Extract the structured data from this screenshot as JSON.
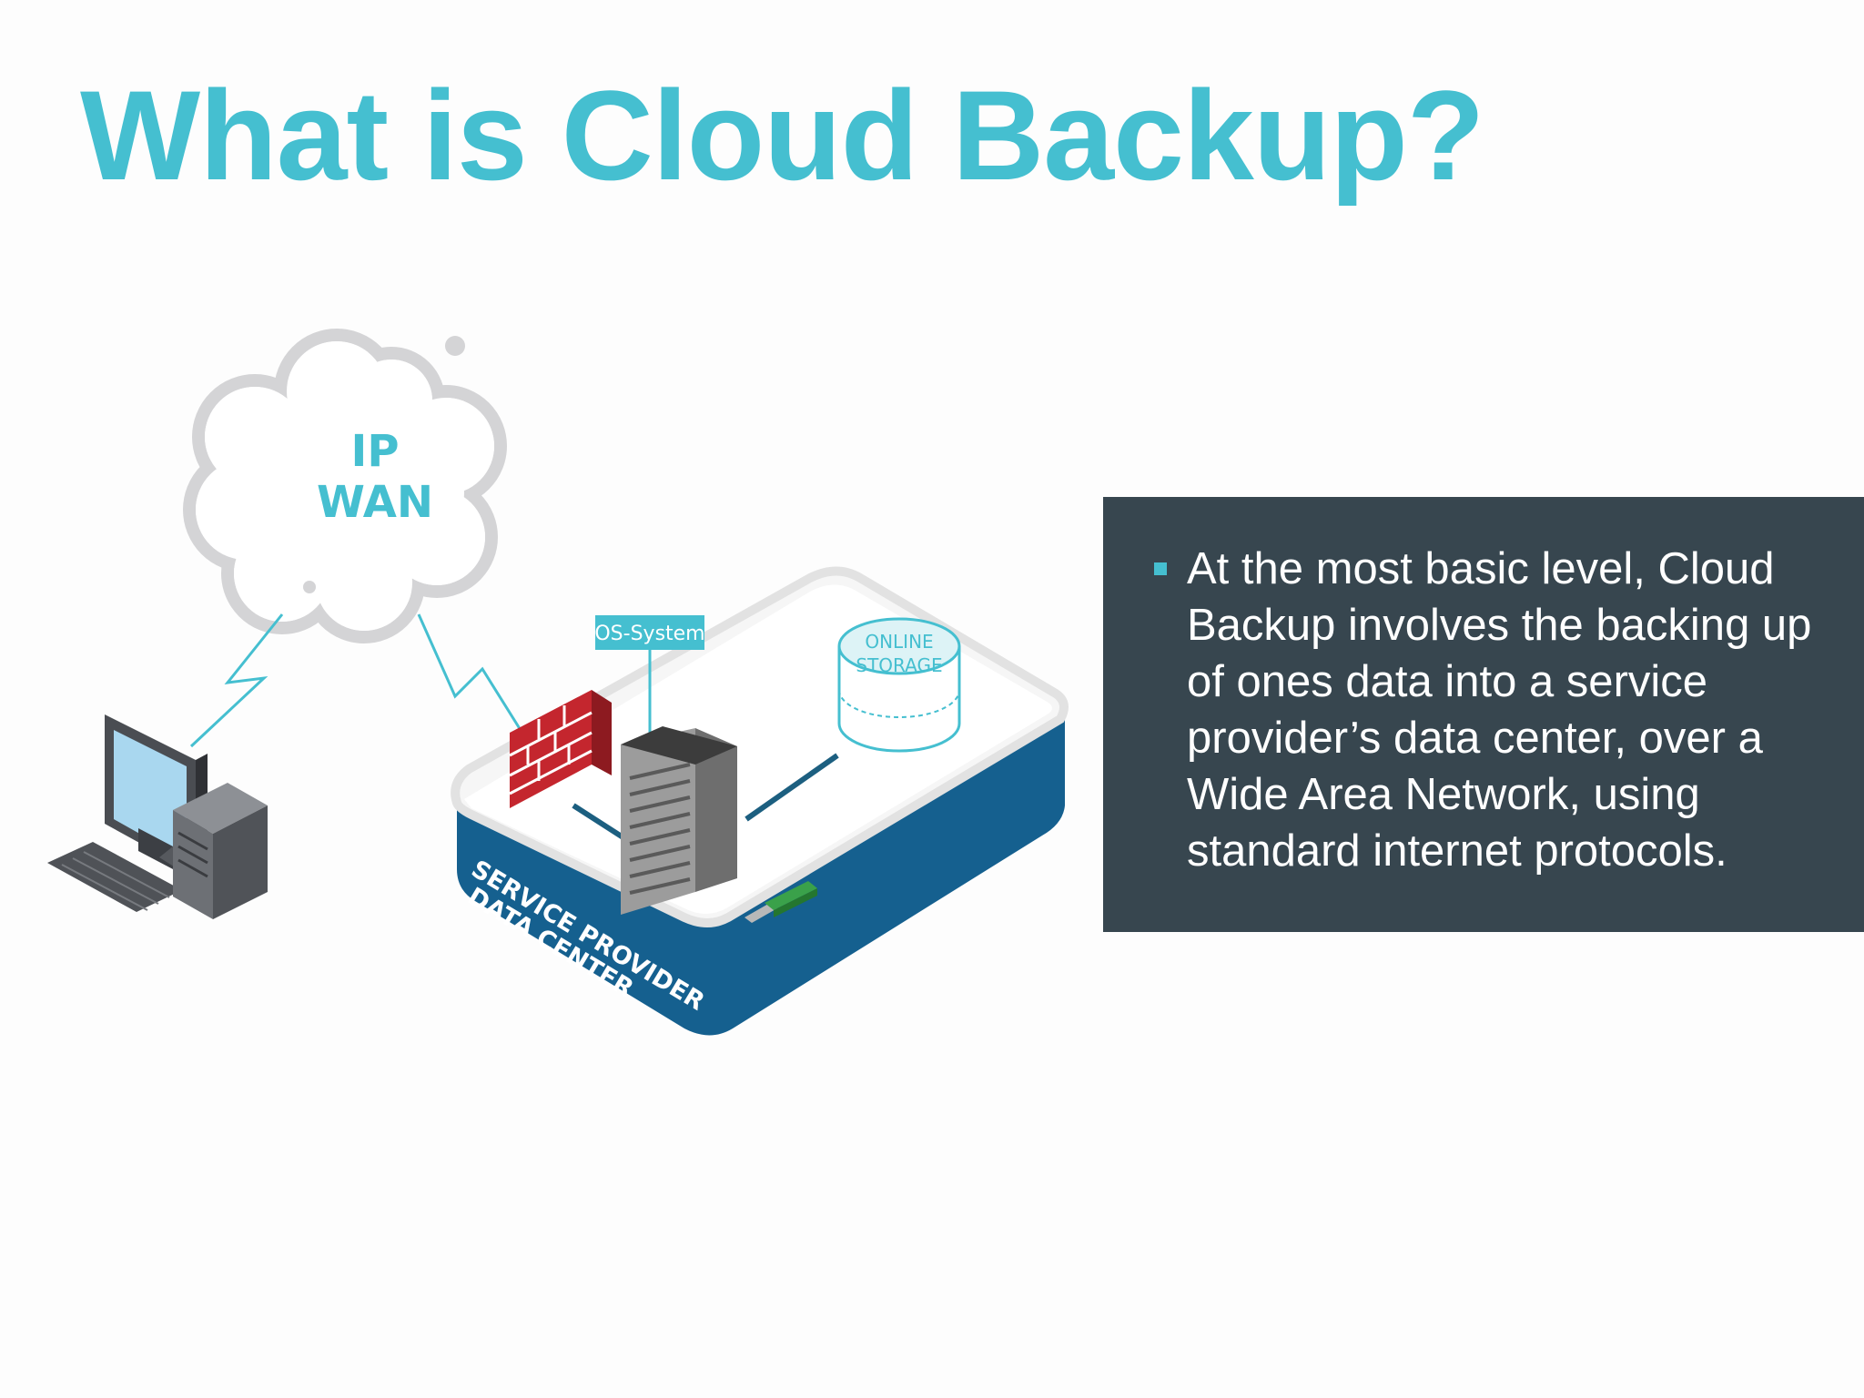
{
  "slide": {
    "title": "What is Cloud Backup?"
  },
  "diagram": {
    "cloud_label_line1": "IP",
    "cloud_label_line2": "WAN",
    "os_system_label": "OS-System",
    "online_storage_line1": "ONLINE",
    "online_storage_line2": "STORAGE",
    "platform_label_line1": "SERVICE PROVIDER",
    "platform_label_line2": "DATA CENTER",
    "icons": [
      "cloud-icon",
      "computer-icon",
      "firewall-icon",
      "server-icon",
      "storage-icon",
      "usb-drive-icon",
      "lightning-bolt-icon"
    ]
  },
  "info_box": {
    "bullets": [
      "At the most basic level, Cloud Backup involves the backing up of ones data into a service provider’s data center, over a Wide Area Network, using standard internet protocols."
    ]
  },
  "colors": {
    "title": "#45bfd0",
    "accent": "#45bfd0",
    "panel_bg": "#37464f",
    "platform_blue": "#15608f",
    "cloud_gray": "#d4d4d6",
    "firewall_red": "#c4262e",
    "usb_green": "#3aa14a"
  }
}
